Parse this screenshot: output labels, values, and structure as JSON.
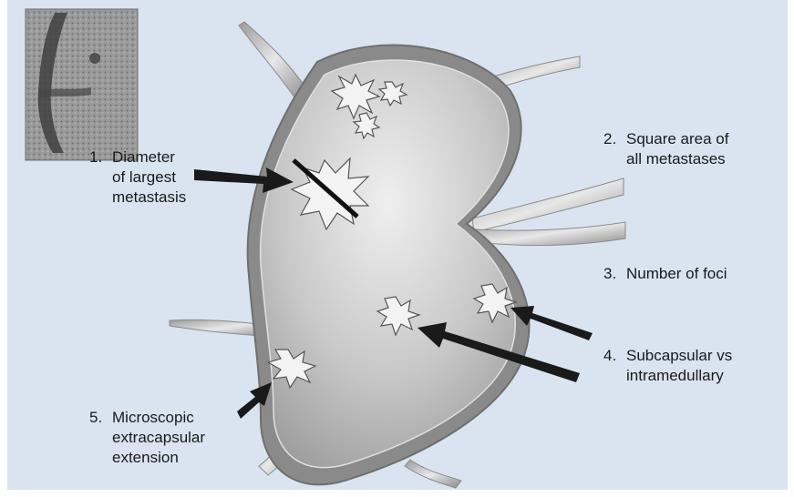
{
  "labels": {
    "l1": {
      "num": "1.",
      "lines": [
        "Diameter",
        "of largest",
        "metastasis"
      ]
    },
    "l2": {
      "num": "2.",
      "lines": [
        "Square area of",
        "all metastases"
      ]
    },
    "l3": {
      "num": "3.",
      "lines": [
        "Number of foci"
      ]
    },
    "l4": {
      "num": "4.",
      "lines": [
        "Subcapsular vs",
        "intramedullary"
      ]
    },
    "l5": {
      "num": "5.",
      "lines": [
        "Microscopic",
        "extracapsular",
        "extension"
      ]
    }
  },
  "colors": {
    "background": "#d9e4f0",
    "node_capsule": "#8a8a8a",
    "node_body": "#c4c4c4",
    "arrow": "#1a1a1a",
    "metastasis": "#f2f2f2"
  }
}
